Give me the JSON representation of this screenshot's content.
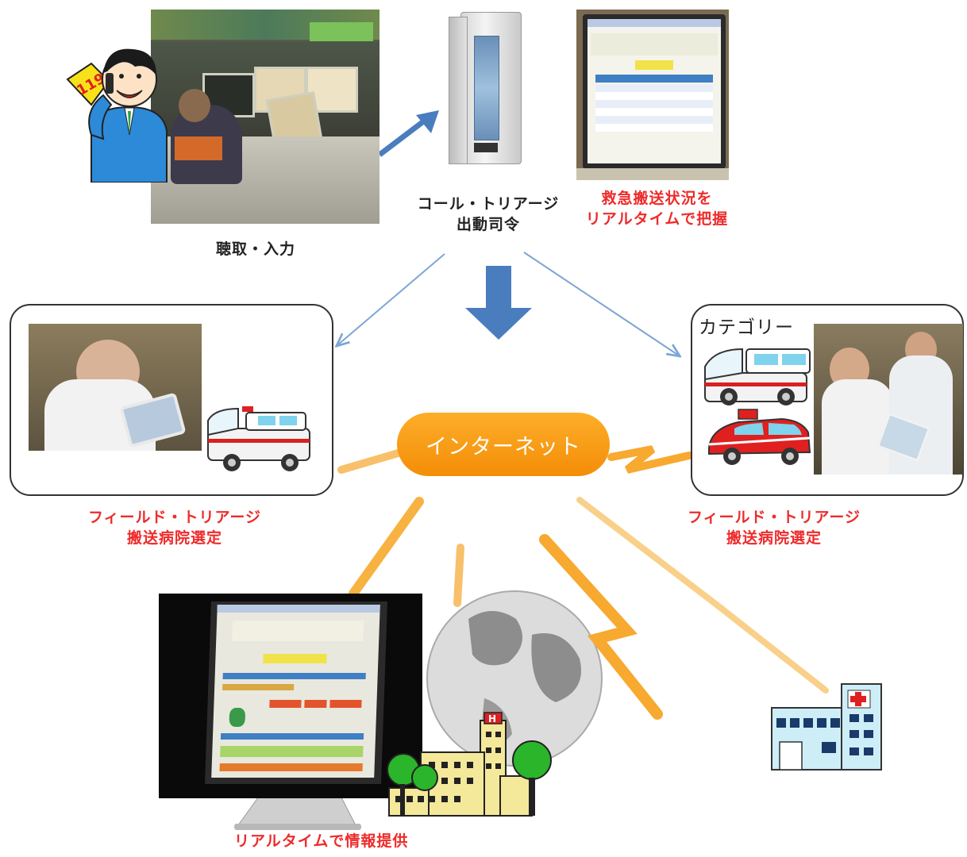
{
  "labels": {
    "listen_input": "聴取・入力",
    "call_triage_line1": "コール・トリアージ",
    "call_triage_line2": "出動司令",
    "realtime_status_line1": "救急搬送状況を",
    "realtime_status_line2": "リアルタイムで把握",
    "field_triage_left_line1": "フィールド・トリアージ",
    "field_triage_left_line2": "搬送病院選定",
    "field_triage_right_line1": "フィールド・トリアージ",
    "field_triage_right_line2": "搬送病院選定",
    "category_partial": "カテゴリー",
    "realtime_info": "リアルタイムで情報提供"
  },
  "internet_label": "インターネット",
  "call_sign_number": "119",
  "hospital_sign_letter": "H",
  "colors": {
    "red_text": "#ee2b2b",
    "orange": "#f79a10",
    "blue_arrow": "#4a7dbe",
    "thin_arrow": "#7da6d6"
  }
}
